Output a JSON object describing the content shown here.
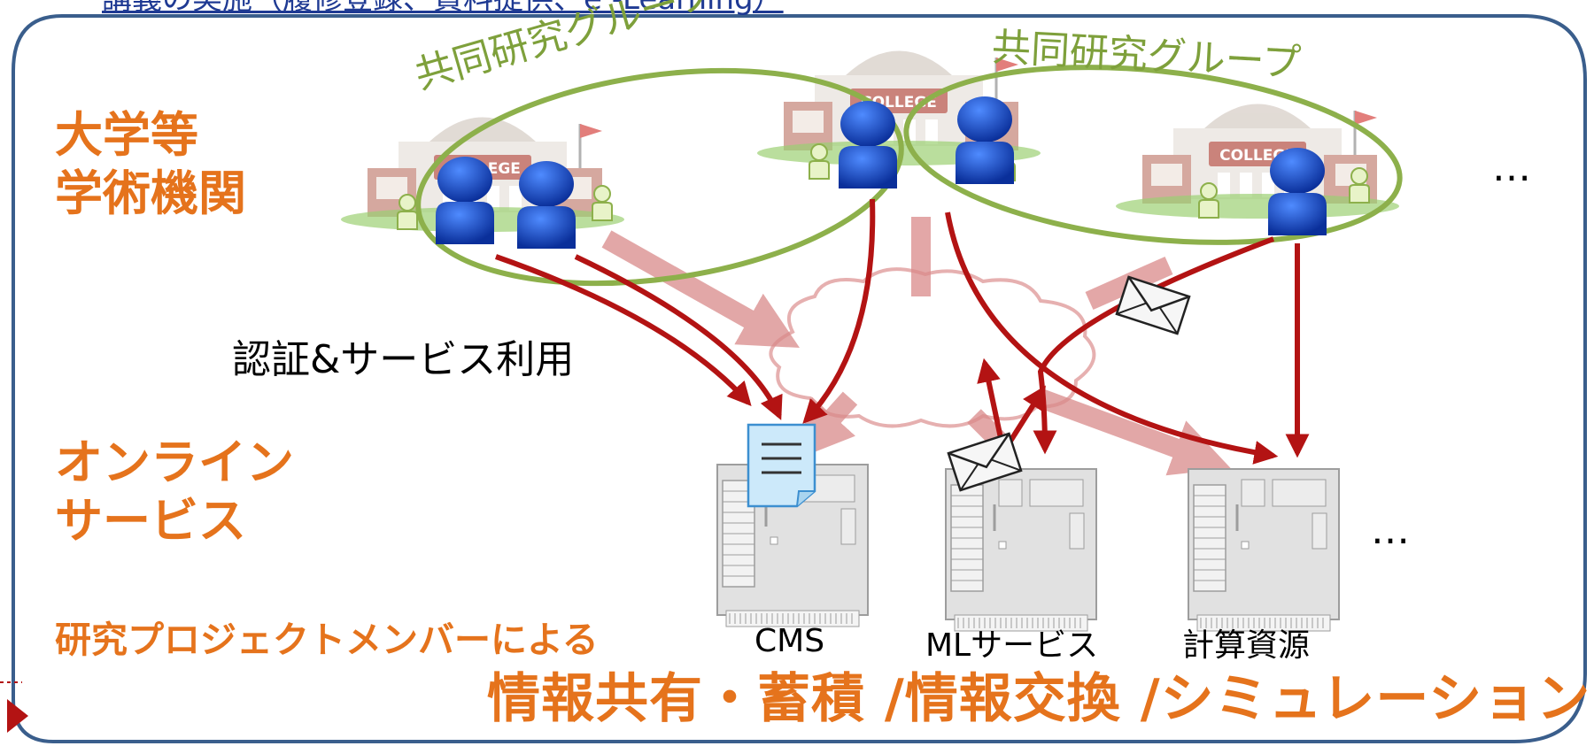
{
  "header": {
    "strip_text": "講義の実施（履修登録、資料提供、e -Learning）"
  },
  "sections": {
    "institutions": [
      "大学等",
      "学術機関"
    ],
    "services": [
      "オンライン",
      "サービス"
    ]
  },
  "groups": {
    "left_label": "共同研究グループ",
    "right_label": "共同研究グループ"
  },
  "auth_label": "認証&サービス利用",
  "servers": {
    "cms": "CMS",
    "ml": "MLサービス",
    "compute": "計算資源"
  },
  "ellipsis": {
    "top": "…",
    "right": "…"
  },
  "footer": {
    "members_text": "研究プロジェクトメンバーによる",
    "title": "情報共有・蓄積 /情報交換 /シミュレーション"
  },
  "buildings": {
    "sign_text": "COLLEGE"
  },
  "colors": {
    "accent_orange": "#e5731c",
    "group_green": "#8db04b",
    "arrow_red": "#b31313",
    "frame_blue": "#3a5e8c",
    "user_blue": "#0b3fb8"
  }
}
